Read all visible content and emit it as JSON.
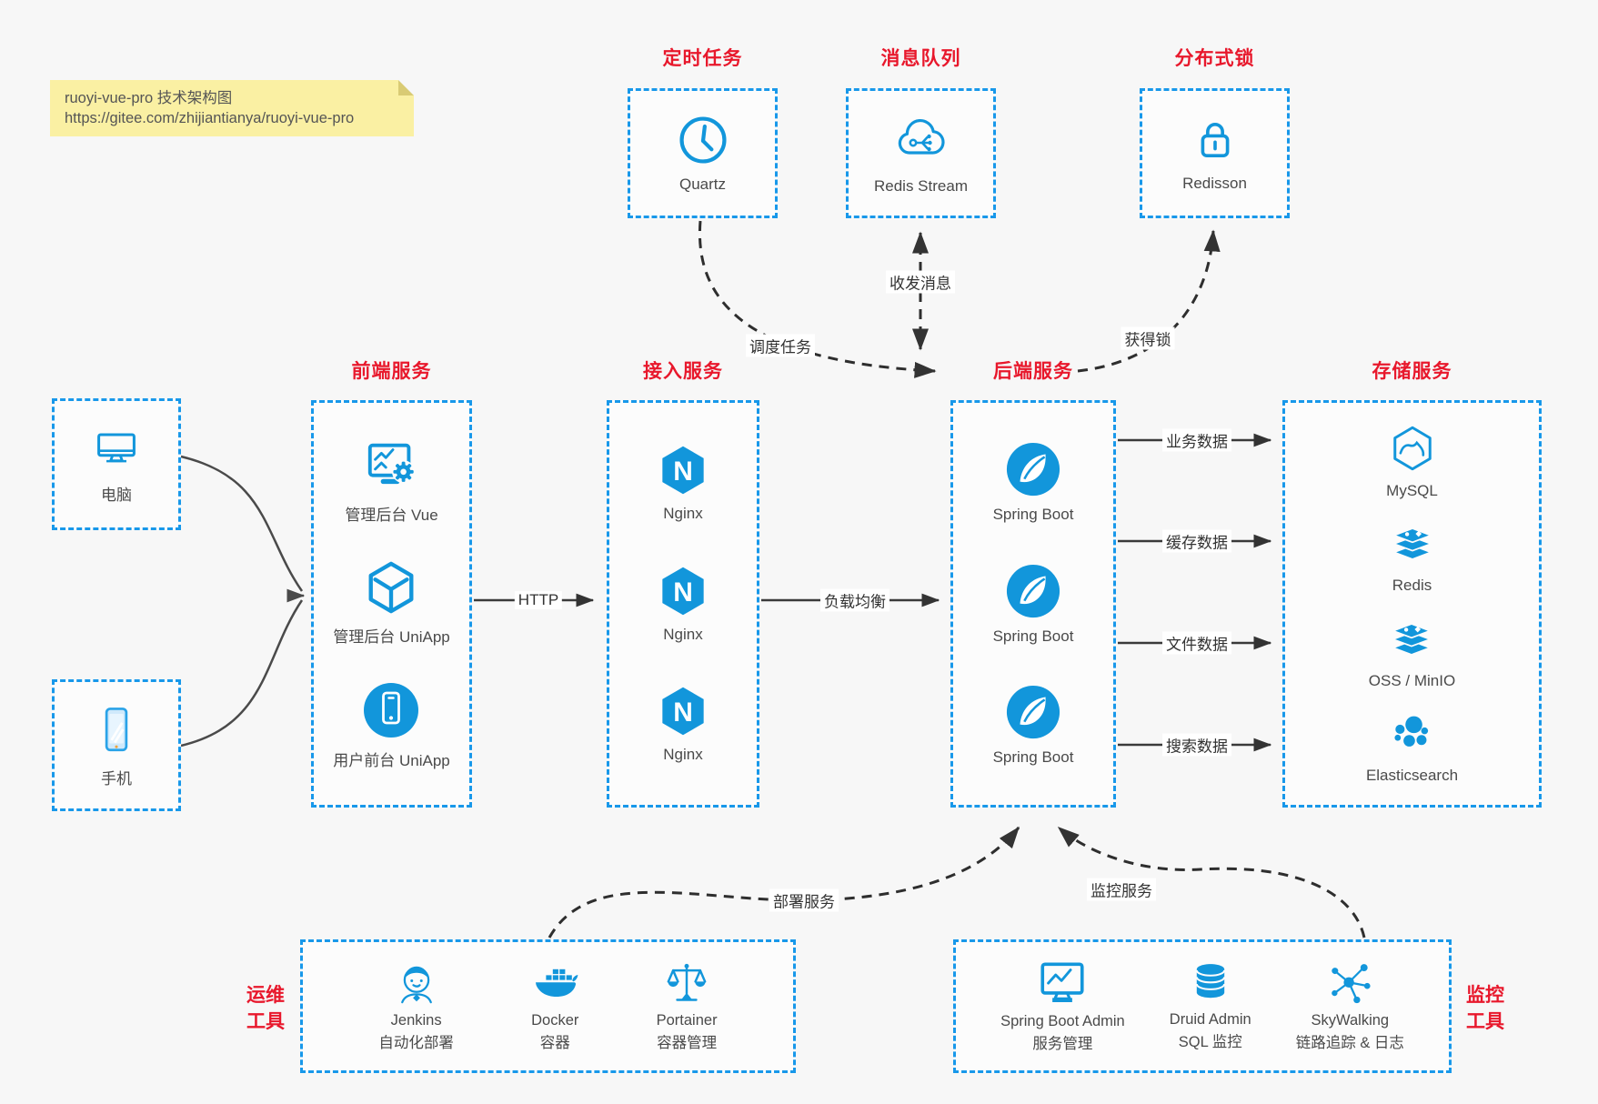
{
  "note": {
    "line1": "ruoyi-vue-pro 技术架构图",
    "line2": "https://gitee.com/zhijiantianya/ruoyi-vue-pro"
  },
  "top": {
    "scheduler": {
      "title": "定时任务",
      "item": "Quartz"
    },
    "mq": {
      "title": "消息队列",
      "item": "Redis Stream"
    },
    "lock": {
      "title": "分布式锁",
      "item": "Redisson"
    }
  },
  "clients": {
    "pc": "电脑",
    "mobile": "手机"
  },
  "frontend": {
    "title": "前端服务",
    "items": [
      {
        "label": "管理后台 Vue"
      },
      {
        "label": "管理后台 UniApp"
      },
      {
        "label": "用户前台 UniApp"
      }
    ]
  },
  "gateway": {
    "title": "接入服务",
    "items": [
      {
        "label": "Nginx"
      },
      {
        "label": "Nginx"
      },
      {
        "label": "Nginx"
      }
    ]
  },
  "backend": {
    "title": "后端服务",
    "items": [
      {
        "label": "Spring Boot"
      },
      {
        "label": "Spring Boot"
      },
      {
        "label": "Spring Boot"
      }
    ]
  },
  "storage": {
    "title": "存储服务",
    "items": [
      {
        "label": "MySQL"
      },
      {
        "label": "Redis"
      },
      {
        "label": "OSS / MinIO"
      },
      {
        "label": "Elasticsearch"
      }
    ]
  },
  "ops": {
    "side1": "运维",
    "side2": "工具",
    "items": [
      {
        "line1": "Jenkins",
        "line2": "自动化部署"
      },
      {
        "line1": "Docker",
        "line2": "容器"
      },
      {
        "line1": "Portainer",
        "line2": "容器管理"
      }
    ]
  },
  "monitoring": {
    "side1": "监控",
    "side2": "工具",
    "items": [
      {
        "line1": "Spring Boot Admin",
        "line2": "服务管理"
      },
      {
        "line1": "Druid Admin",
        "line2": "SQL 监控"
      },
      {
        "line1": "SkyWalking",
        "line2": "链路追踪 & 日志"
      }
    ]
  },
  "connectors": {
    "http": "HTTP",
    "load_balance": "负载均衡",
    "business_data": "业务数据",
    "cache_data": "缓存数据",
    "file_data": "文件数据",
    "search_data": "搜索数据",
    "schedule_task": "调度任务",
    "send_receive_msg": "收发消息",
    "acquire_lock": "获得锁",
    "deploy_service": "部署服务",
    "monitor_service": "监控服务"
  },
  "colors": {
    "accent_blue": "#1296db",
    "box_border_blue": "#1898ea",
    "title_red": "#e8182c",
    "note_bg": "#faf0a3",
    "connector_dark": "#333333",
    "client_line_gray": "#4a4a4a",
    "canvas_bg": "#f7f7f7"
  }
}
